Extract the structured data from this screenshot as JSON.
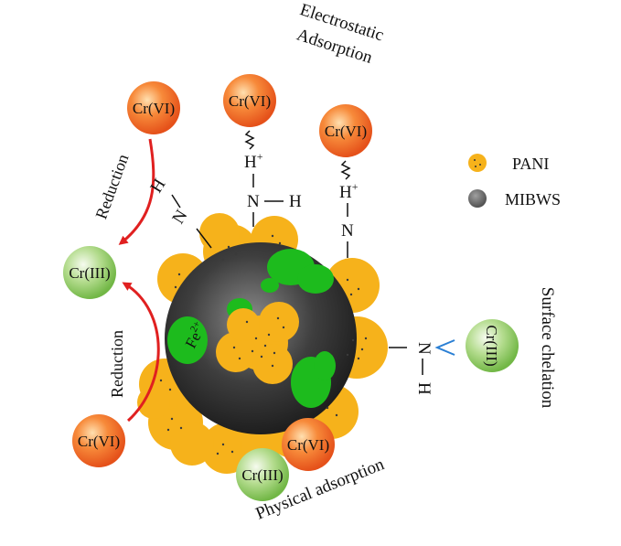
{
  "labels": {
    "electrostatic_line1": "Electrostatic",
    "electrostatic_line2": "Adsorption",
    "reduction_top": "Reduction",
    "reduction_bottom": "Reduction",
    "surface_chelation": "Surface chelation",
    "physical_adsorption": "Physical adsorption",
    "fe_ion": "Fe",
    "fe_charge": "2+"
  },
  "legend": {
    "pani": "PANI",
    "mibws": "MIBWS"
  },
  "ions": {
    "cr6": "Cr(VI)",
    "cr3": "Cr(III)"
  },
  "atoms": {
    "H": "H",
    "N": "N",
    "H_plus": "+"
  },
  "colors": {
    "pani": "#f6b21b",
    "mibws": "#4a4a4a",
    "fe_patch": "#1dbb1d",
    "cr6": "#ee6a1e",
    "cr3": "#8cc860",
    "reduction_arrow": "#e02020",
    "chelation_arrow": "#2a7fd4"
  }
}
